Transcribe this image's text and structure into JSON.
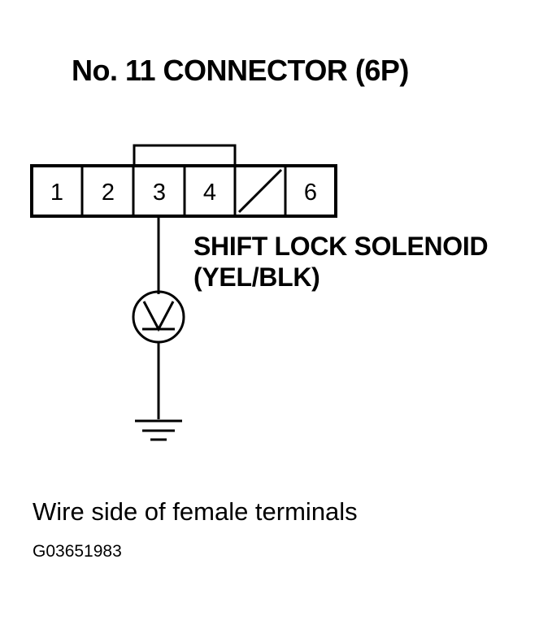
{
  "title": "No. 11 CONNECTOR (6P)",
  "connector": {
    "terminals": [
      {
        "label": "1",
        "blank": false
      },
      {
        "label": "2",
        "blank": false
      },
      {
        "label": "3",
        "blank": false
      },
      {
        "label": "4",
        "blank": false
      },
      {
        "label": "",
        "blank": true
      },
      {
        "label": "6",
        "blank": false
      }
    ],
    "probed_terminal": "3"
  },
  "wire_label": {
    "line1": "SHIFT LOCK SOLENOID",
    "line2": "(YEL/BLK)"
  },
  "meter_icon": "voltmeter-icon",
  "ground_icon": "ground-icon",
  "view_note": "Wire side of female terminals",
  "figure_id": "G03651983"
}
